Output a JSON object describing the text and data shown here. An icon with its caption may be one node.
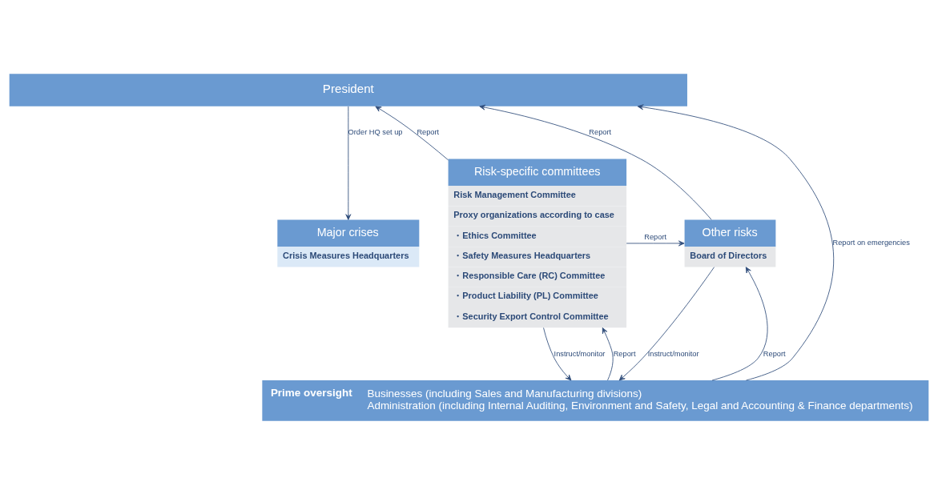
{
  "diagram": {
    "nodes": [
      {
        "text": [
          "President"
        ]
      },
      {
        "text": [
          "Risk-specific committees",
          "Risk Management Committee",
          "Proxy organizations according to case",
          "・Ethics Committee",
          "・Safety Measures Headquarters",
          "・Responsible Care (RC) Committee",
          "・Product Liability (PL) Committee",
          "・Security Export Control Committee"
        ]
      },
      {
        "text": [
          "Other risks",
          "Board of Directors"
        ]
      },
      {
        "text": [
          "Major crises",
          "Crisis Measures Headquarters"
        ]
      },
      {
        "text": [
          "Prime oversight",
          "Businesses (including Sales and Manufacturing divisions)",
          "Administration (including Internal Auditing, Environment and Safety, Legal and Accounting & Finance departments)"
        ]
      }
    ],
    "edges": [
      {
        "from": 1,
        "to": 0,
        "arrow": "to",
        "label": "Report"
      },
      {
        "from": 2,
        "to": 0,
        "arrow": "to",
        "label": "Report"
      },
      {
        "from": 0,
        "to": 3,
        "arrow": "to",
        "label": "Order HQ set up"
      },
      {
        "from": 4,
        "to": 0,
        "arrow": "to",
        "label": "Report on emergencies"
      },
      {
        "from": 1,
        "to": 2,
        "arrow": "to",
        "label": "Report"
      },
      {
        "from": 4,
        "to": 1,
        "arrow": "to",
        "label": "Report"
      },
      {
        "from": 1,
        "to": 4,
        "arrow": "to",
        "label": "Instruct/monitor"
      },
      {
        "from": 4,
        "to": 2,
        "arrow": "to",
        "label": "Report"
      },
      {
        "from": 2,
        "to": 4,
        "arrow": "to",
        "label": "Instruct/monitor"
      }
    ]
  }
}
